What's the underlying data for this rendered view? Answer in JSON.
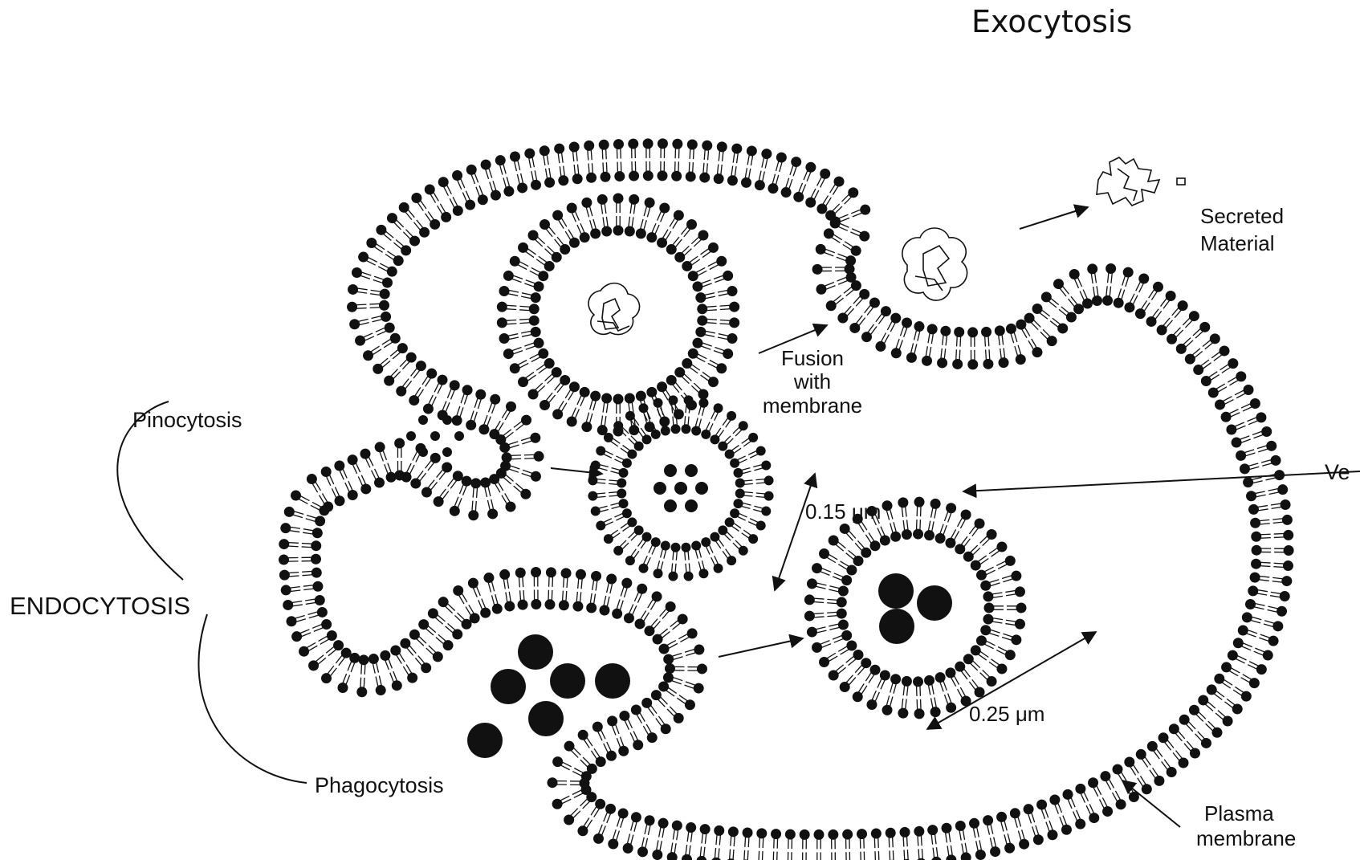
{
  "title": "Exocytosis",
  "labels": {
    "secreted_material": [
      "Secreted",
      "Material"
    ],
    "fusion": [
      "Fusion",
      "with",
      "membrane"
    ],
    "pinocytosis": "Pinocytosis",
    "endocytosis": "ENDOCYTOSIS",
    "phagocytosis": "Phagocytosis",
    "vesicle_cut": "Ve",
    "size_small": "0.15 μm",
    "size_large": "0.25 μm",
    "plasma_membrane": [
      "Plasma",
      "membrane"
    ]
  },
  "colors": {
    "ink": "#111111",
    "background": "#ffffff"
  }
}
